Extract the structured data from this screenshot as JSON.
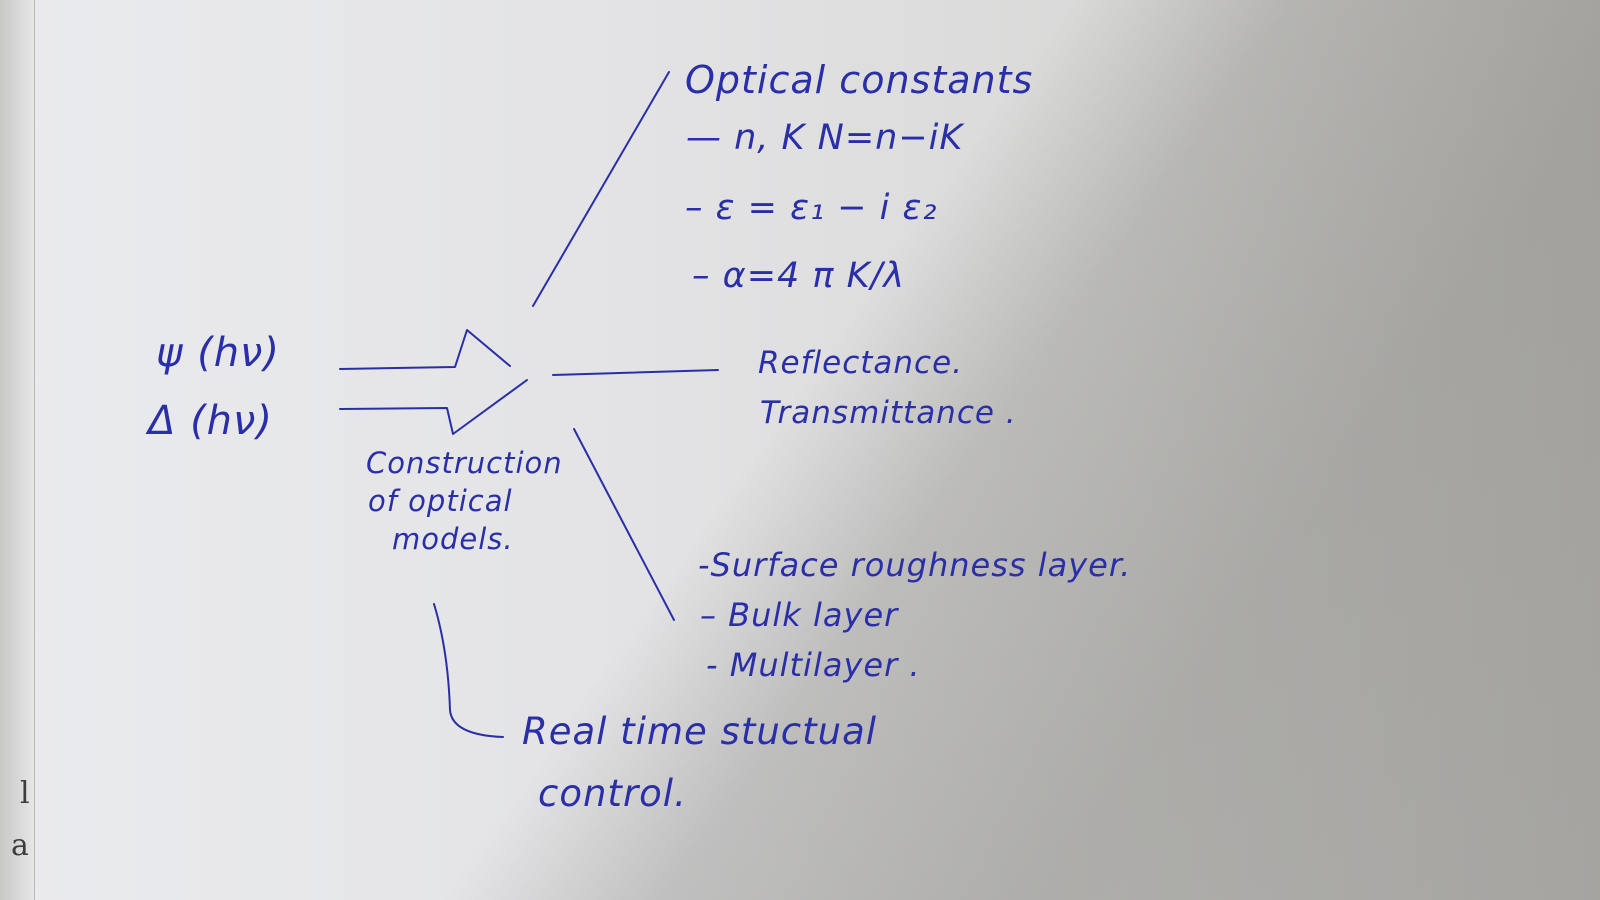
{
  "inputs": {
    "psi": "ψ (hν)",
    "delta": "Δ (hν)"
  },
  "center": {
    "line1": "Construction",
    "line2": "of optical",
    "line3": "models."
  },
  "optical_constants": {
    "title": "Optical constants",
    "items": [
      "— n, K   N=n−iK",
      "– ε = ε₁ − i ε₂",
      "– α=4 π K/λ"
    ]
  },
  "reflectance": {
    "line1": "Reflectance.",
    "line2": "Transmittance ."
  },
  "layers": {
    "items": [
      "-Surface roughness layer.",
      "– Bulk layer",
      "- Multilayer ."
    ]
  },
  "control": {
    "line1": "Real time  stuctual",
    "line2": "control."
  },
  "page_edge": {
    "letter_top": "l",
    "letter_bottom": "a"
  },
  "colors": {
    "ink": "#2a2fa8",
    "paper": "#e6e6e8"
  }
}
